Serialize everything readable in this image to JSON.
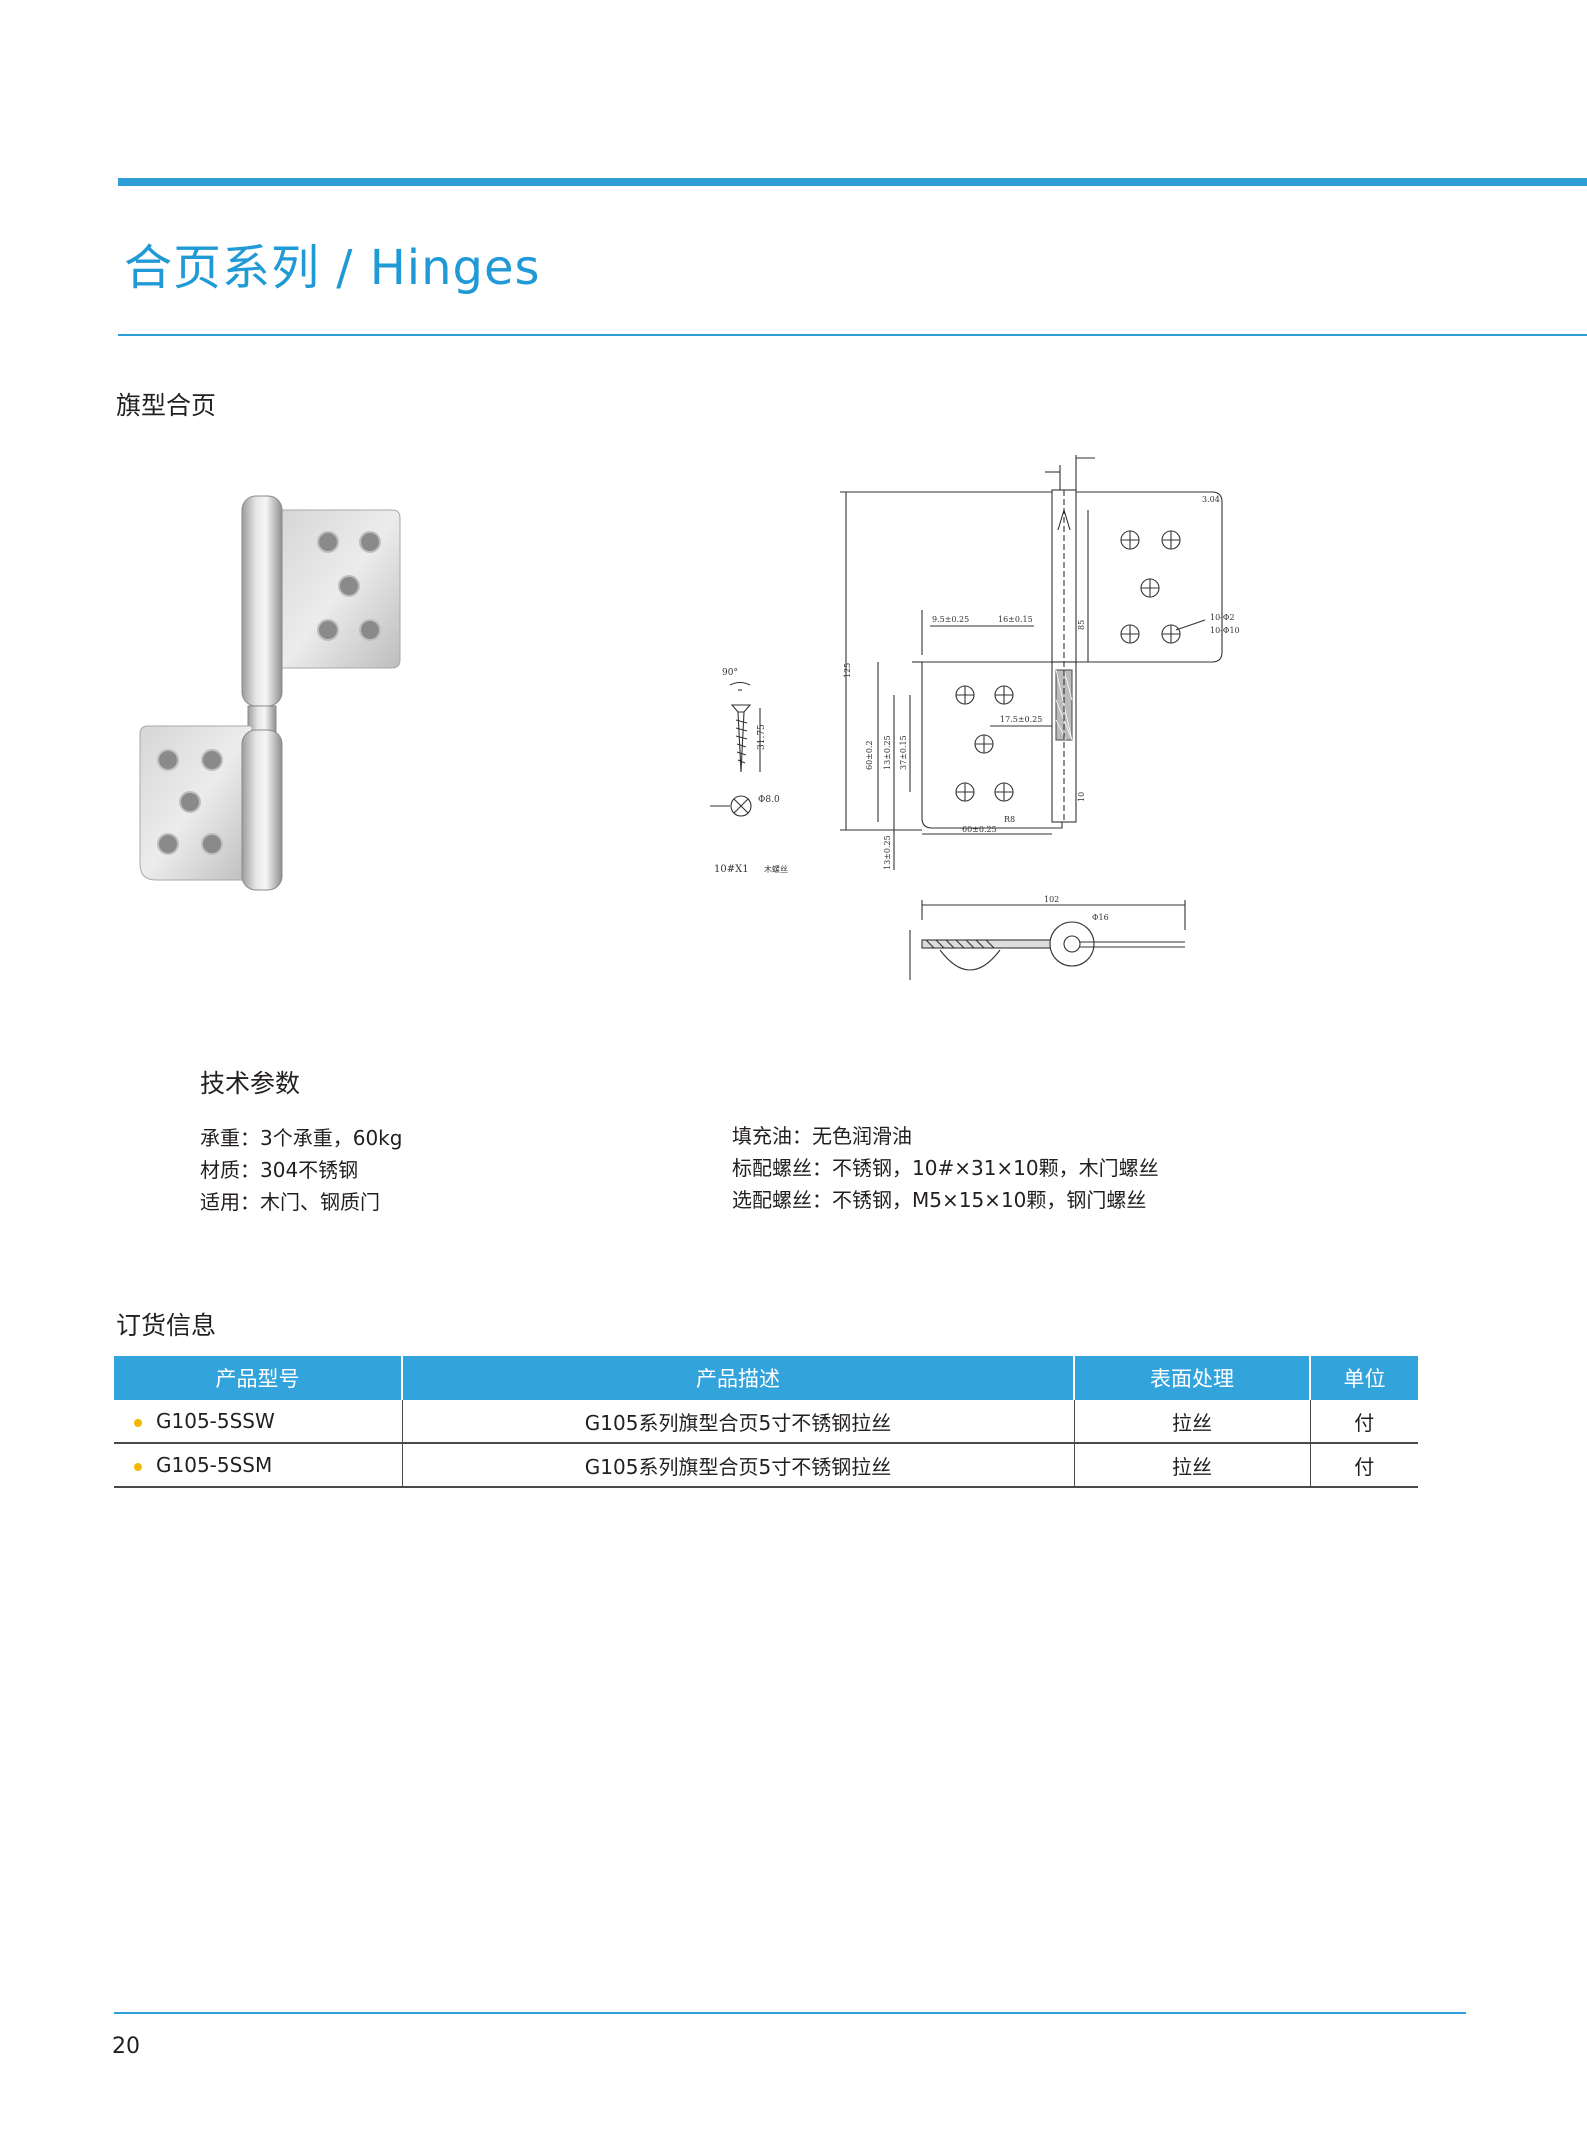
{
  "header": {
    "title": "合页系列 / Hinges"
  },
  "product": {
    "name": "旗型合页"
  },
  "drawing": {
    "dims": {
      "d1": "9.5±0.25",
      "d2": "16±0.15",
      "d3": "17.5±0.25",
      "d4": "60±0.25",
      "d5": "102",
      "d6": "125",
      "d7": "60±0.2",
      "d8": "13±0.25",
      "d9": "37±0.15",
      "d10": "13±0.25",
      "d11": "85",
      "d12": "10",
      "d13": "R8",
      "d14": "31.75",
      "d15": "3.04",
      "d16": "90°",
      "d17": "Φ8.0",
      "d18": "Φ16",
      "d19": "10-Φ2",
      "d20": "10-Φ10",
      "screw_label": "10#X1",
      "screw_note": "木螺丝"
    }
  },
  "specs": {
    "heading": "技术参数",
    "left": [
      "承重：3个承重，60kg",
      "材质：304不锈钢",
      "适用：木门、钢质门"
    ],
    "right": [
      "填充油：无色润滑油",
      "标配螺丝：不锈钢，10#×31×10颗，木门螺丝",
      "选配螺丝：不锈钢，M5×15×10颗，钢门螺丝"
    ]
  },
  "order": {
    "heading": "订货信息",
    "columns": [
      "产品型号",
      "产品描述",
      "表面处理",
      "单位"
    ],
    "rows": [
      [
        "G105-5SSW",
        "G105系列旗型合页5寸不锈钢拉丝",
        "拉丝",
        "付"
      ],
      [
        "G105-5SSM",
        "G105系列旗型合页5寸不锈钢拉丝",
        "拉丝",
        "付"
      ]
    ]
  },
  "footer": {
    "page_number": "20"
  },
  "colors": {
    "accent": "#2f9fd8",
    "table_header": "#33a3dc",
    "bullet": "#f2b705"
  }
}
